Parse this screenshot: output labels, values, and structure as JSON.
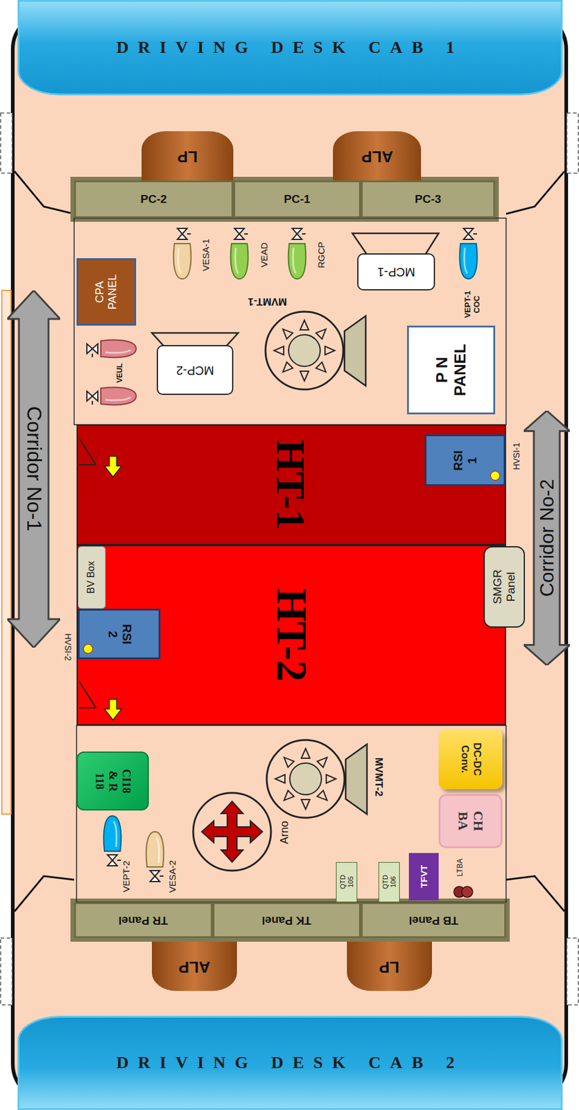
{
  "diagram": {
    "nodes": [
      {
        "text": [
          "DRIVING DESK CAB 1"
        ]
      },
      {
        "text": [
          "LP"
        ]
      },
      {
        "text": [
          "ALP"
        ]
      },
      {
        "text": [
          "PC-2"
        ]
      },
      {
        "text": [
          "PC-1"
        ]
      },
      {
        "text": [
          "PC-3"
        ]
      },
      {
        "text": [
          "CPA PANEL"
        ]
      },
      {
        "text": [
          "MCP-2"
        ]
      },
      {
        "text": [
          "MCP-1"
        ]
      },
      {
        "text": [
          "P N PANEL"
        ]
      },
      {
        "text": [
          "Corridor No-1"
        ]
      },
      {
        "text": [
          "HT-1"
        ]
      },
      {
        "text": [
          "RSI 1"
        ],
        "in": 11
      },
      {
        "text": [
          "Corridor No-2"
        ]
      },
      {
        "text": [
          "HT-2"
        ]
      },
      {
        "text": [
          "BV Box"
        ],
        "in": 14
      },
      {
        "text": [
          "RSI 2"
        ],
        "in": 14
      },
      {
        "text": [
          "SMGR Panel"
        ],
        "in": 14
      },
      {
        "text": [
          "CI18& R118"
        ]
      },
      {
        "text": [
          "DC-DC Conv."
        ]
      },
      {
        "text": [
          "CH BA"
        ]
      },
      {
        "text": [
          "QTD 105"
        ]
      },
      {
        "text": [
          "QTD 106"
        ]
      },
      {
        "text": [
          "TFVT"
        ]
      },
      {
        "text": [
          "TR Panel"
        ]
      },
      {
        "text": [
          "TK Panel"
        ]
      },
      {
        "text": [
          "TB Panel"
        ]
      },
      {
        "text": [
          "ALP"
        ]
      },
      {
        "text": [
          "LP"
        ]
      },
      {
        "text": [
          "DRIVING DESK CAB 2"
        ]
      }
    ],
    "labels": [
      "VEUL",
      "VESA-1",
      "VEAD",
      "RGCP",
      "MVMT-1",
      "VEPT-1 COC",
      "HVSI-1",
      "HVSI-2",
      "MVMT-2",
      "Arno",
      "VEPT-2",
      "VESA-2",
      "LTBA"
    ]
  }
}
